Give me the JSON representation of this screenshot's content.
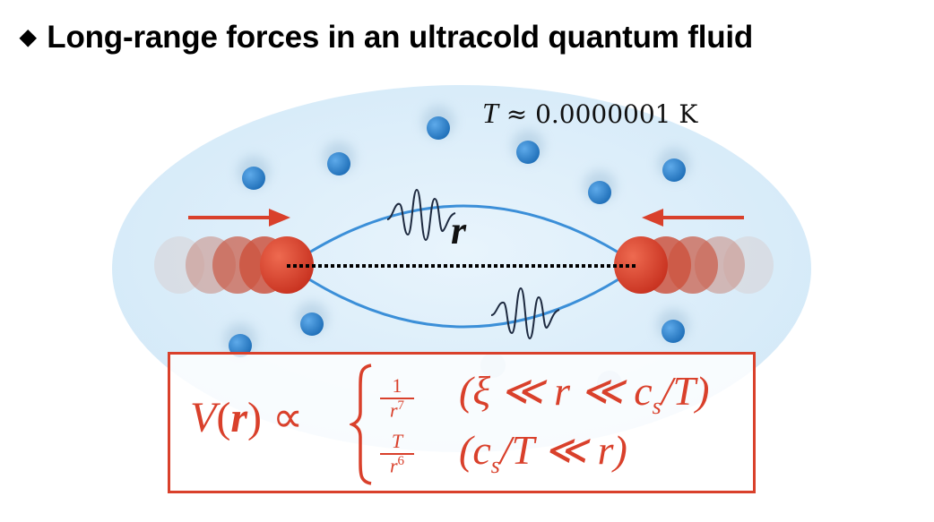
{
  "title": {
    "bullet": "◆",
    "text": "Long-range forces in an ultracold quantum fluid"
  },
  "temperature": {
    "symbol": "T",
    "approx": "≈",
    "value": "0.0000001",
    "unit": "K"
  },
  "distance_label": "r",
  "formula": {
    "lhs_func": "V",
    "lhs_arg": "r",
    "proportional": "∝",
    "case1": {
      "numerator": "1",
      "denominator_base": "r",
      "denominator_exp": "7",
      "condition": "(ξ ≪ r ≪ c",
      "condition_sub": "s",
      "condition_tail": "/T)"
    },
    "case2": {
      "numerator": "T",
      "denominator_base": "r",
      "denominator_exp": "6",
      "condition": "(c",
      "condition_sub": "s",
      "condition_tail": "/T ≪ r)"
    }
  },
  "colors": {
    "accent_red": "#d9402b",
    "fluid": "#dbeefa",
    "particle_blue": "#2f86d0",
    "atom_red": "#d9432e"
  }
}
